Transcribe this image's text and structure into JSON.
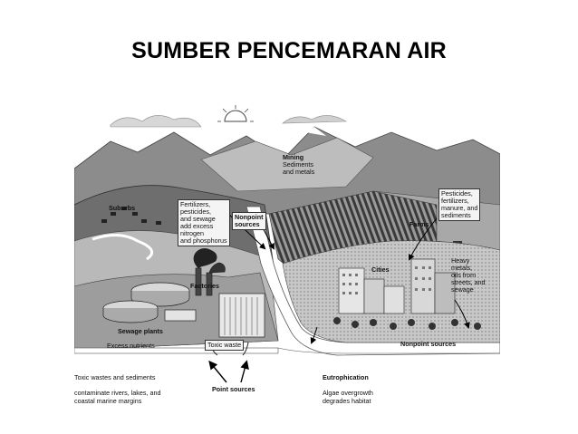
{
  "title": "SUMBER PENCEMARAN AIR",
  "labels": {
    "mining": "Mining",
    "mining_desc": "Sediments\nand metals",
    "suburbs": "Suburbs",
    "nonpoint_top": "Nonpoint\nsources",
    "fertilizers": "Fertilizers,\npesticides,\nand sewage\nadd excess\nnitrogen\nand phosphorus",
    "pesticides": "Pesticides,\nfertilizers,\nmanure, and\nsediments",
    "farms": "Farms",
    "cities": "Cities",
    "heavy_metals": "Heavy\nmetals,\noils from\nstreets, and\nsewage",
    "factories": "Factories",
    "sewage_plants": "Sewage plants",
    "excess_nutrients": "Excess nutrients",
    "toxic_waste": "Toxic waste",
    "nonpoint_bottom": "Nonpoint sources",
    "point_sources": "Point sources"
  },
  "captions": {
    "toxic_title": "Toxic wastes and sediments",
    "toxic_body": "contaminate rivers, lakes, and\ncoastal marine margins",
    "eutro_title": "Eutrophication",
    "eutro_body": "Algae overgrowth\ndegrades habitat"
  }
}
